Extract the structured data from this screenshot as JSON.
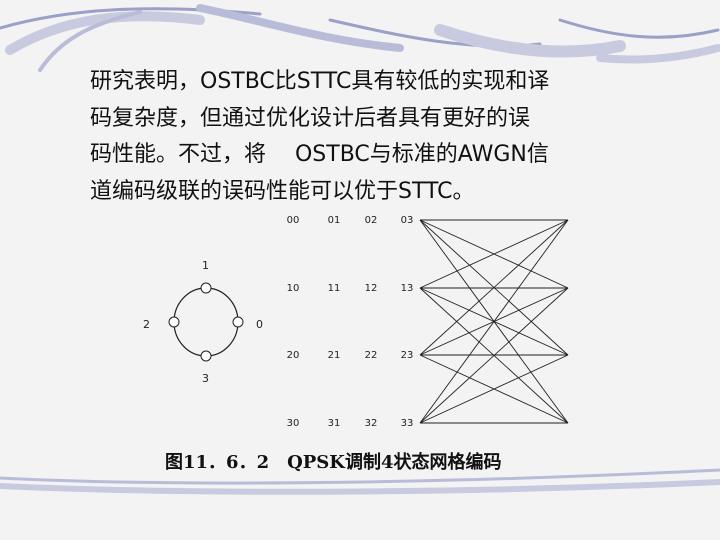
{
  "paragraph": {
    "lines": [
      "研究表明，OSTBC比STTC具有较低的实现和译",
      "码复杂度，但通过优化设计后者具有更好的误",
      "码性能。不过，将　 OSTBC与标准的AWGN信",
      "道编码级联的误码性能可以优于STTC。"
    ]
  },
  "diagram": {
    "constellation_labels": [
      "0",
      "1",
      "2",
      "3"
    ],
    "trellis_states": [
      [
        "00",
        "01",
        "02",
        "03"
      ],
      [
        "10",
        "11",
        "12",
        "13"
      ],
      [
        "20",
        "21",
        "22",
        "23"
      ],
      [
        "30",
        "31",
        "32",
        "33"
      ]
    ]
  },
  "caption": "图11．6．2　QPSK调制4状态网格编码"
}
